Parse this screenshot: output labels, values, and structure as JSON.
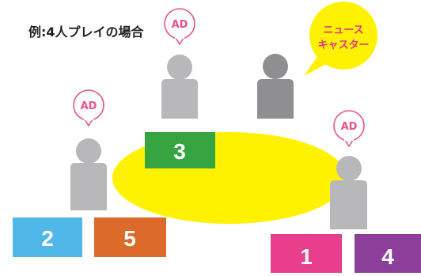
{
  "caption": "例:4人プレイの場合",
  "ad_label": "AD",
  "news_caster": {
    "line1": "ニュース",
    "line2": "キャスター"
  },
  "seats": {
    "seat1": {
      "number": "1",
      "color": "#e83e8c"
    },
    "seat2": {
      "number": "2",
      "color": "#4fb8e8"
    },
    "seat3": {
      "number": "3",
      "color": "#36a541"
    },
    "seat4": {
      "number": "4",
      "color": "#8b3f9b"
    },
    "seat5": {
      "number": "5",
      "color": "#dc6a2a"
    }
  },
  "colors": {
    "table": "#fff200",
    "figure": "#b8b8ba",
    "caster_figure": "#8f8f91",
    "ad_bubble": "#e8538a",
    "news_bubble": "#fff200",
    "news_text": "#e8337f"
  }
}
